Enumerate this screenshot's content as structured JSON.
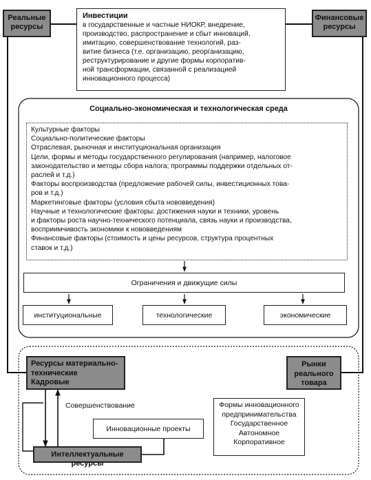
{
  "real_resources": "Реальные\nресурсы",
  "financial_resources": "Финансовые\nресурсы",
  "investments": {
    "title": "Инвестиции",
    "text": "в государственные и частные НИОКР, внедрение,\nпроизводство, распространение и сбыт инноваций,\nимитацию,  совершенствование технологий, раз-\nвитие бизнеса (т.е. организацию, реорганизацию,\nреструктурирование и другие формы корпоратив-\nной трансформации, связанной с реализацией\nинновационного процесса)"
  },
  "environment": {
    "title": "Социально-экономическая и технологическая среда",
    "factors": "Культурные факторы\nСоциально-политические факторы\nОтраслевая, рыночная и институциональная организация\nЦели, формы и методы государственного регулирования (например, налоговое\nзаконодательство и методы сбора налога; программы поддержки отдельных от-\nраслей и т.д.)\nФакторы воспроизводства (предложение рабочей силы, инвестиционных това-\nров и т.д.)\nМаркетинговые факторы (условия сбыта нововведения)\nНаучные и технологические факторы: достижения науки и техники, уровень\nи факторы роста научно-технического потенциала, связь науки и производства,\nвосприимчивость экономики к нововведениям\nФинансовые факторы (стоимость и цены ресурсов, структура процентных\nставок и т.д.)",
    "constraints": "Ограничения и движущие силы",
    "institutional": "институциональные",
    "technological": "технологические",
    "economic": "экономические"
  },
  "bottom": {
    "material_resources": "Ресурсы материально-\nтехнические\nКадровые",
    "markets": "Рынки\nреального\nтовара",
    "improvement": "Совершенствование",
    "projects": "Инновационные проекты",
    "intellectual": "Интеллектуальные ресурсы",
    "forms": "Формы инновационного\nпредпринимательства\nГосударственное\nАвтономное\nКорпоративное"
  }
}
